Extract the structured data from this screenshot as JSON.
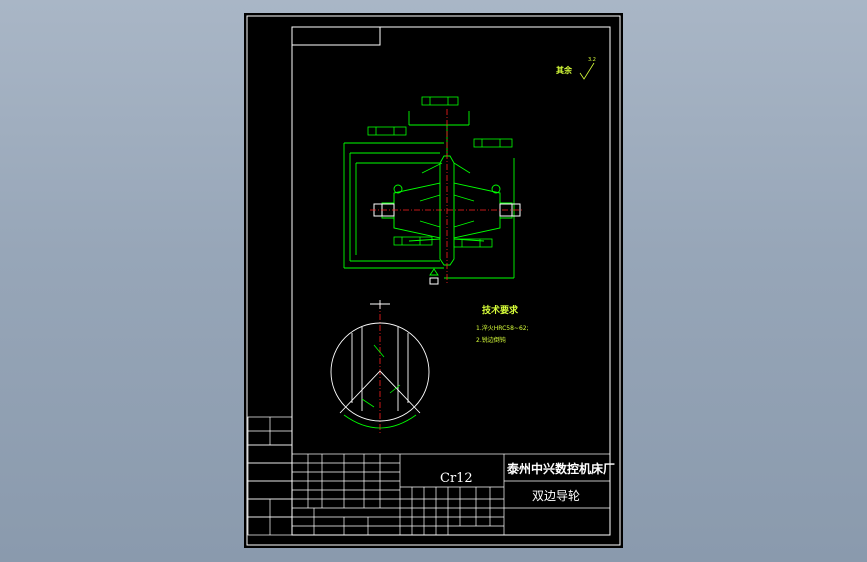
{
  "drawing": {
    "material": "Cr12",
    "company": "泰州中兴数控机床厂",
    "part_name": "双边导轮",
    "roughness_note": "其余",
    "roughness_value": "3.2",
    "tech_requirements": {
      "title": "技术要求",
      "items": [
        "1.淬火HRC58~62;",
        "2.锐边倒钝"
      ]
    }
  },
  "colors": {
    "sheet": "#000000",
    "frame": "#ffffff",
    "geometry": "#00ff00",
    "centerline": "#ff2020",
    "annotation": "#d8ff3a"
  }
}
